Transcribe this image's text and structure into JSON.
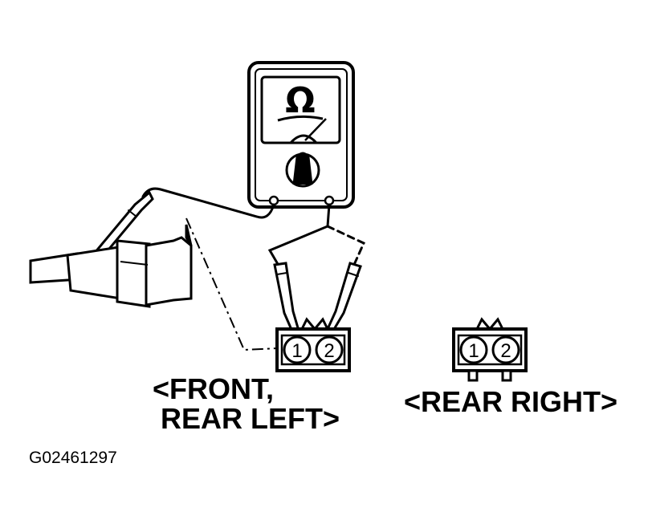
{
  "meter": {
    "symbol": "Ω"
  },
  "connectors": {
    "front_rear_left": {
      "label_line1": "<FRONT,",
      "label_line2": " REAR LEFT>",
      "pin1": "1",
      "pin2": "2"
    },
    "rear_right": {
      "label": "<REAR RIGHT>",
      "pin1": "1",
      "pin2": "2"
    }
  },
  "figure_id": "G02461297"
}
